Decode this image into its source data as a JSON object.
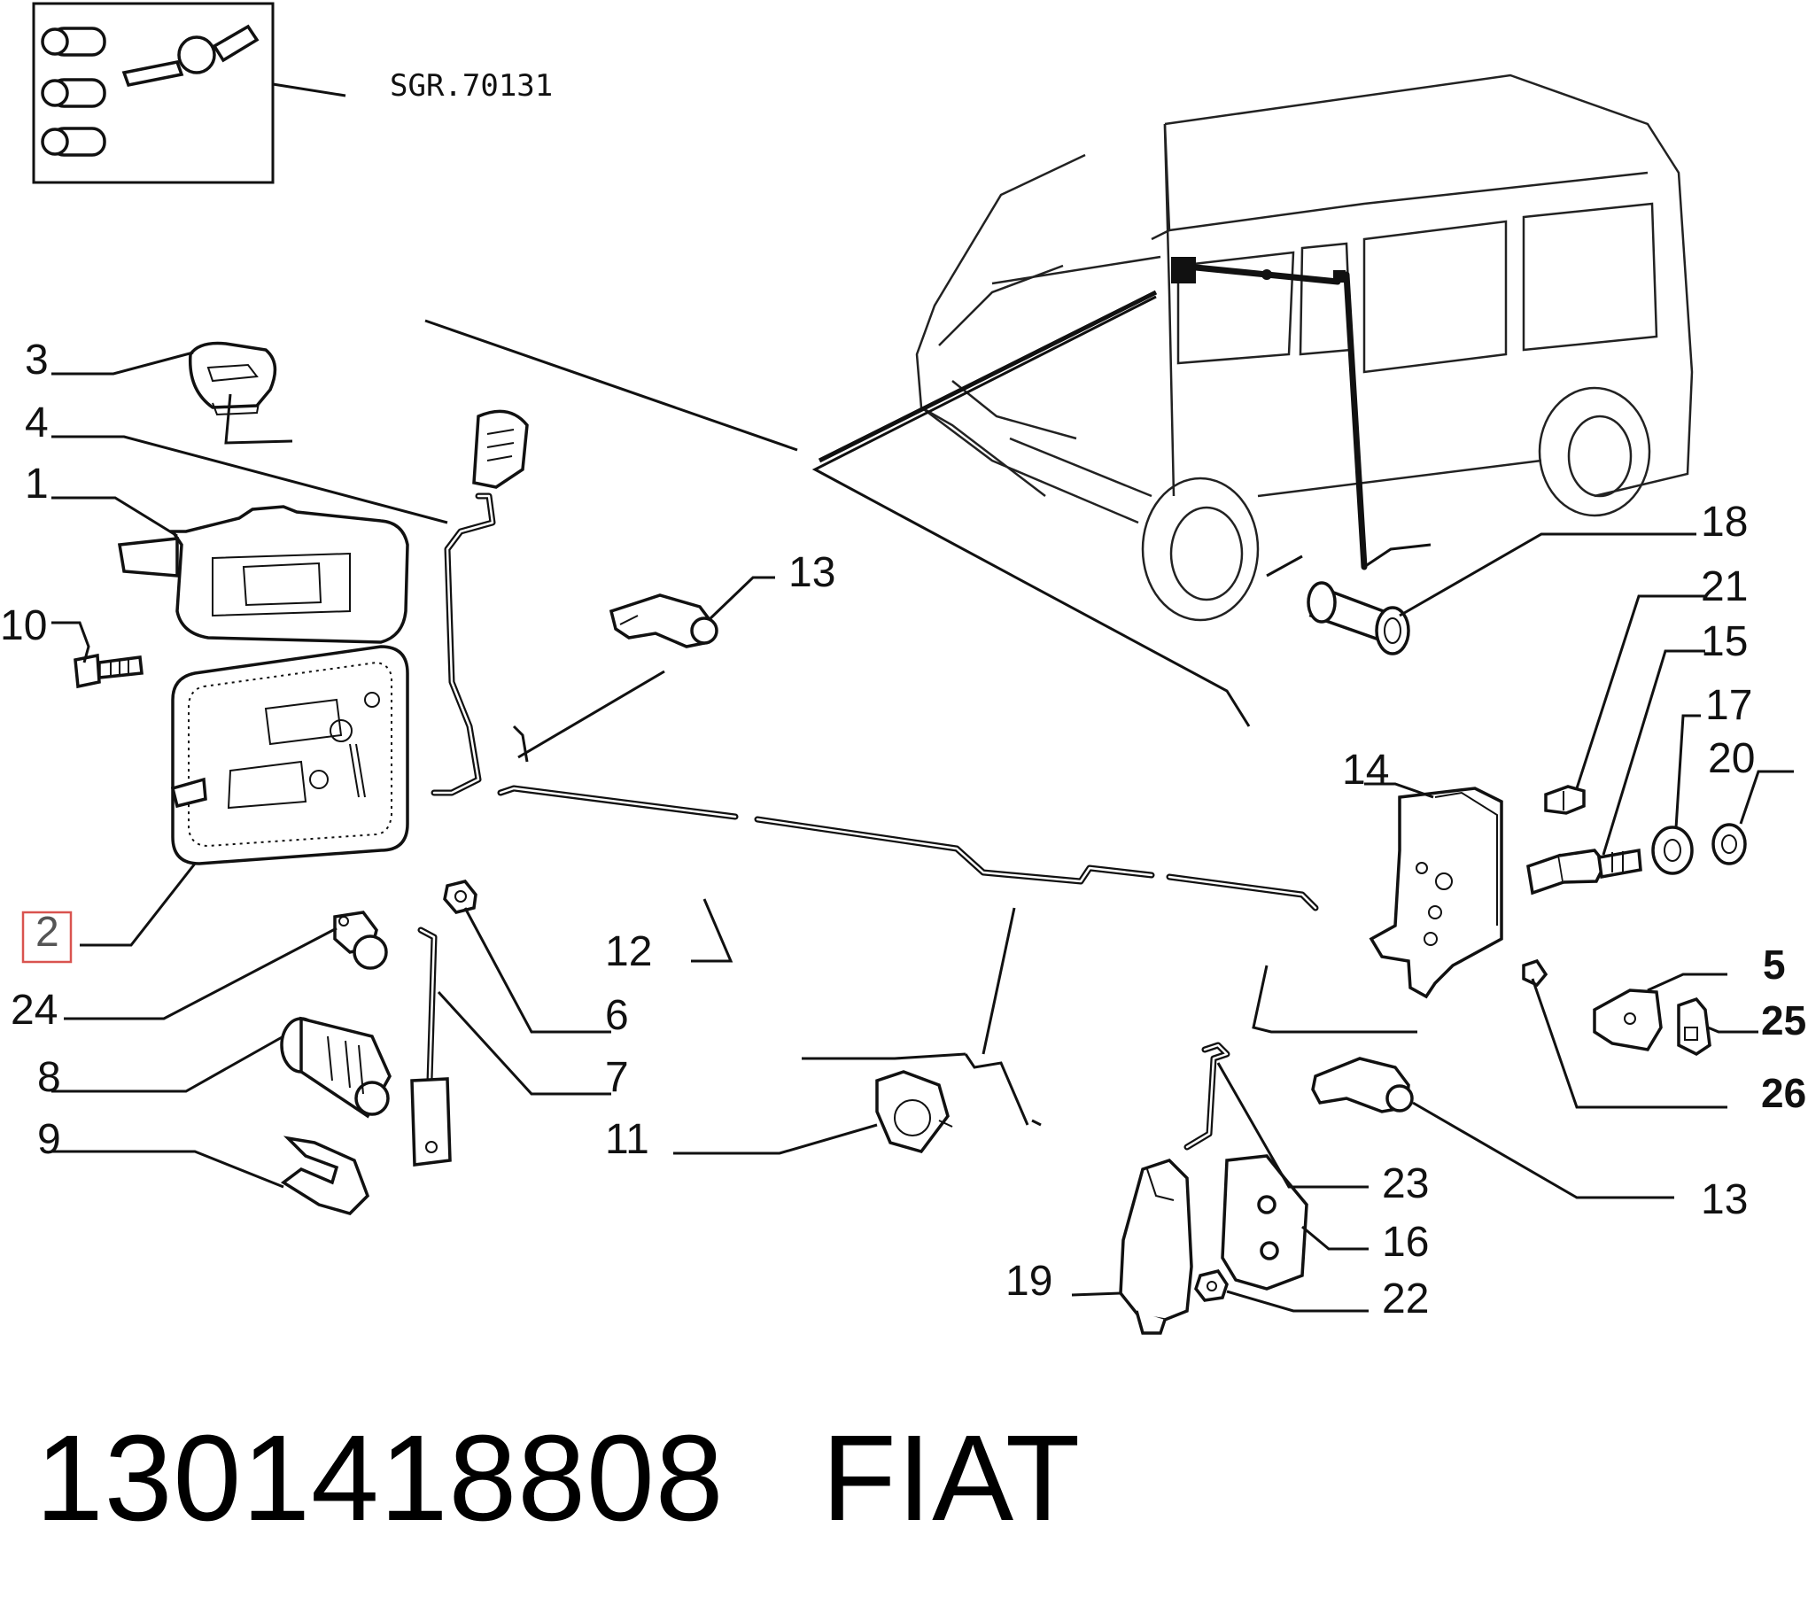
{
  "callouts": {
    "c1": "1",
    "c2": "2",
    "c3": "3",
    "c4": "4",
    "c5": "5",
    "c6": "6",
    "c7": "7",
    "c8": "8",
    "c9": "9",
    "c10": "10",
    "c11": "11",
    "c12": "12",
    "c13a": "13",
    "c13b": "13",
    "c14": "14",
    "c15": "15",
    "c16": "16",
    "c17": "17",
    "c18": "18",
    "c19": "19",
    "c20": "20",
    "c21": "21",
    "c22": "22",
    "c23": "23",
    "c24": "24",
    "c25": "25",
    "c26": "26"
  },
  "inset": {
    "reference": "SGR.70131"
  },
  "highlight": {
    "selected_callout": "2",
    "color": "#d9534f"
  },
  "footer": {
    "part_number": "1301418808",
    "brand": "FIAT"
  }
}
